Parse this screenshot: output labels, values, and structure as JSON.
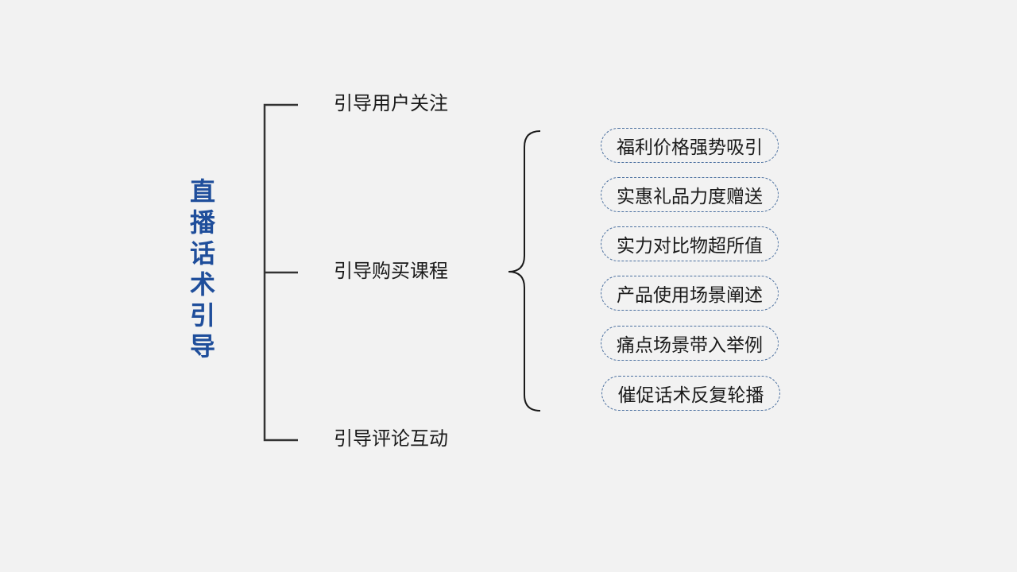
{
  "title_chars": [
    "直",
    "播",
    "话",
    "术",
    "引",
    "导"
  ],
  "branches": [
    "引导用户关注",
    "引导购买课程",
    "引导评论互动"
  ],
  "sub_items": [
    "福利价格强势吸引",
    "实惠礼品力度赠送",
    "实力对比物超所值",
    "产品使用场景阐述",
    "痛点场景带入举例",
    "催促话术反复轮播"
  ],
  "colors": {
    "background": "#f2f2f2",
    "title": "#1f4e9b",
    "line": "#333333",
    "pill_border": "#4a6f9f"
  }
}
